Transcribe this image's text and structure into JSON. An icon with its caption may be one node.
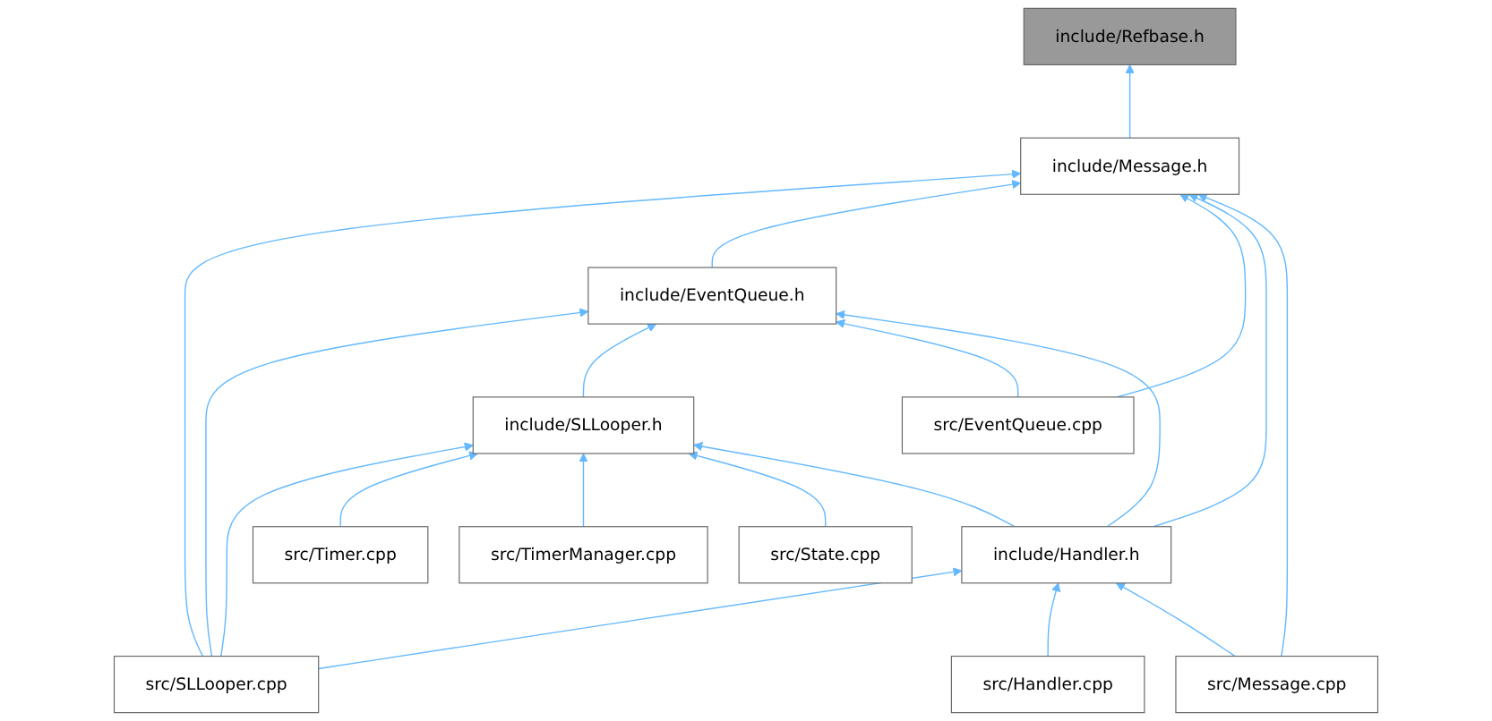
{
  "diagram": {
    "nodes": [
      {
        "text": [
          "include/Refbase.h"
        ]
      },
      {
        "text": [
          "include/Message.h"
        ]
      },
      {
        "text": [
          "include/EventQueue.h"
        ]
      },
      {
        "text": [
          "include/SLLooper.h"
        ]
      },
      {
        "text": [
          "src/EventQueue.cpp"
        ]
      },
      {
        "text": [
          "src/Timer.cpp"
        ]
      },
      {
        "text": [
          "src/TimerManager.cpp"
        ]
      },
      {
        "text": [
          "src/State.cpp"
        ]
      },
      {
        "text": [
          "include/Handler.h"
        ]
      },
      {
        "text": [
          "src/SLLooper.cpp"
        ]
      },
      {
        "text": [
          "src/Handler.cpp"
        ]
      },
      {
        "text": [
          "src/Message.cpp"
        ]
      }
    ],
    "edges": [
      {
        "from": 1,
        "to": 0,
        "arrow": "to"
      },
      {
        "from": 9,
        "to": 1,
        "arrow": "to"
      },
      {
        "from": 2,
        "to": 1,
        "arrow": "to"
      },
      {
        "from": 4,
        "to": 1,
        "arrow": "to"
      },
      {
        "from": 8,
        "to": 1,
        "arrow": "to"
      },
      {
        "from": 11,
        "to": 1,
        "arrow": "to"
      },
      {
        "from": 9,
        "to": 2,
        "arrow": "to"
      },
      {
        "from": 3,
        "to": 2,
        "arrow": "to"
      },
      {
        "from": 4,
        "to": 2,
        "arrow": "to"
      },
      {
        "from": 8,
        "to": 2,
        "arrow": "to"
      },
      {
        "from": 9,
        "to": 3,
        "arrow": "to"
      },
      {
        "from": 5,
        "to": 3,
        "arrow": "to"
      },
      {
        "from": 6,
        "to": 3,
        "arrow": "to"
      },
      {
        "from": 7,
        "to": 3,
        "arrow": "to"
      },
      {
        "from": 8,
        "to": 3,
        "arrow": "to"
      },
      {
        "from": 9,
        "to": 8,
        "arrow": "to"
      },
      {
        "from": 10,
        "to": 8,
        "arrow": "to"
      },
      {
        "from": 11,
        "to": 8,
        "arrow": "to"
      }
    ]
  }
}
